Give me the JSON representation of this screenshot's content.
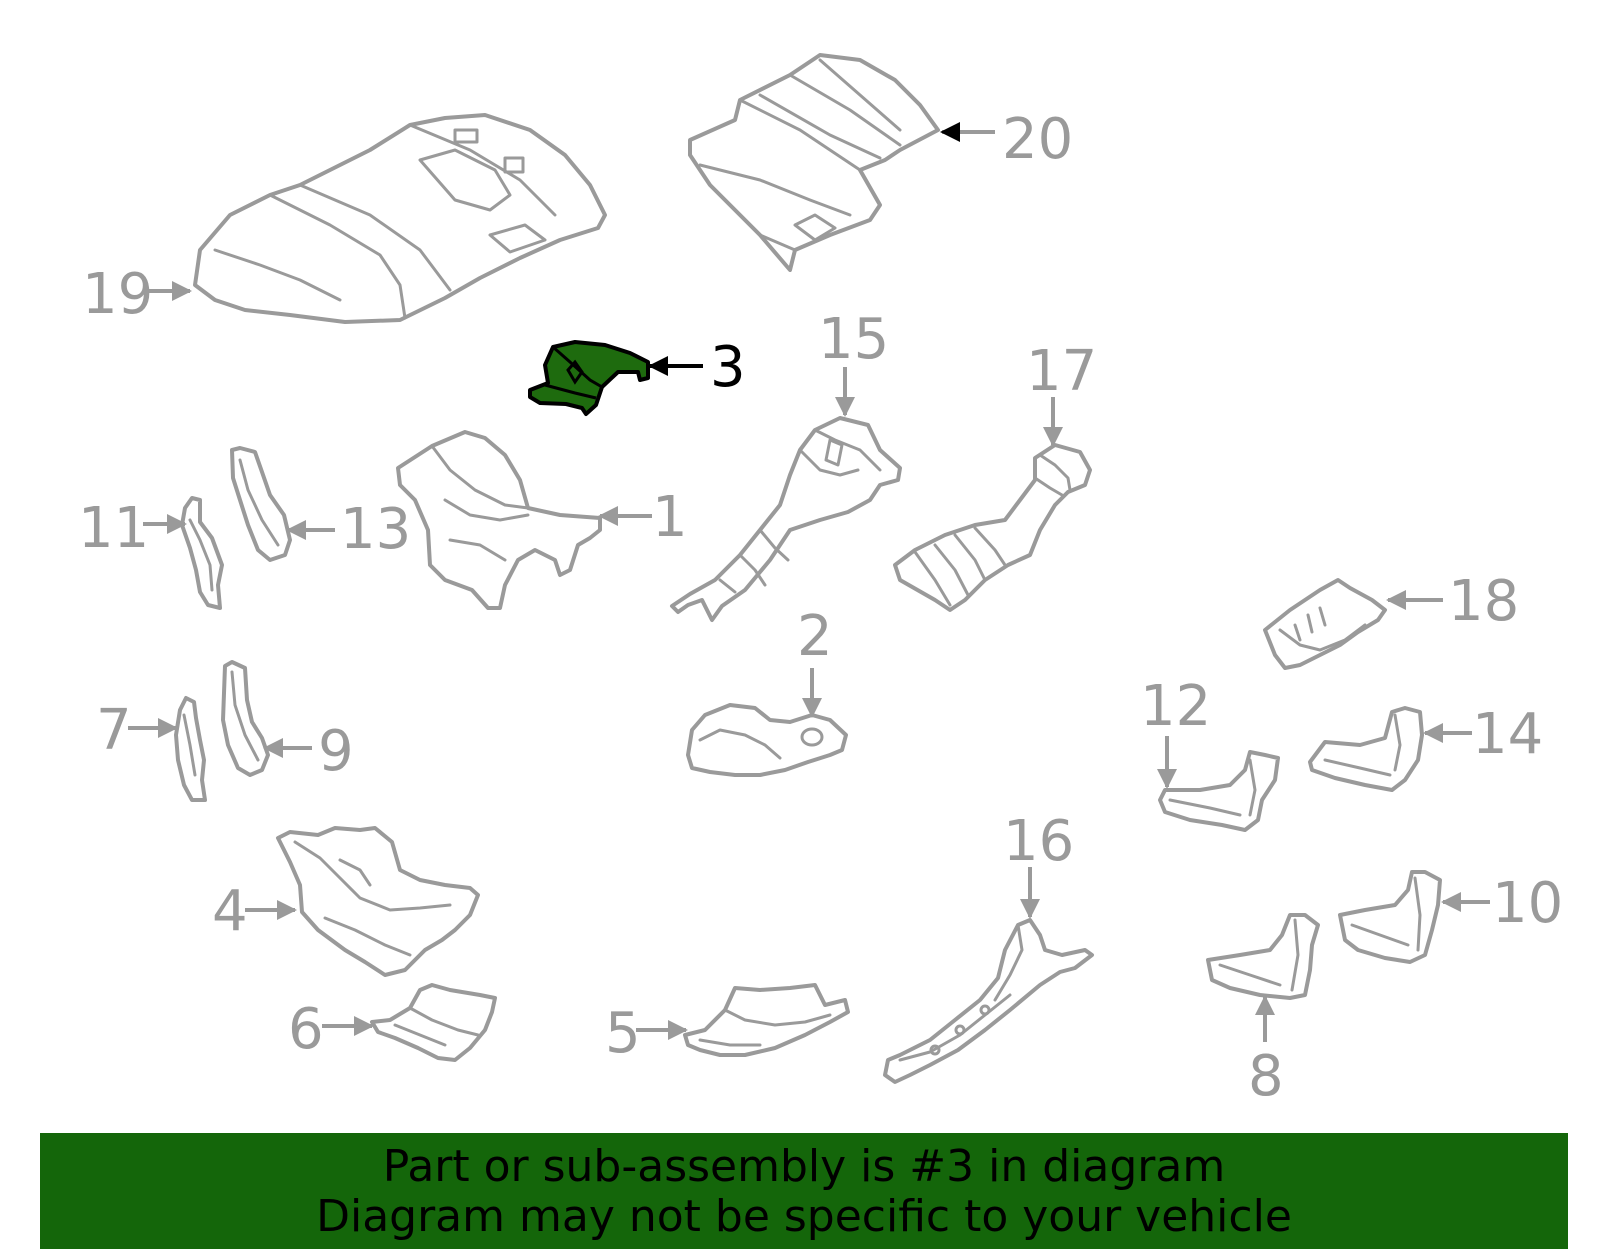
{
  "diagram": {
    "highlighted_part": "3",
    "highlight_color": "#1e6b0e",
    "part_color": "#9a9a9a",
    "callouts": {
      "c1": "1",
      "c2": "2",
      "c3": "3",
      "c4": "4",
      "c5": "5",
      "c6": "6",
      "c7": "7",
      "c8": "8",
      "c9": "9",
      "c10": "10",
      "c11": "11",
      "c12": "12",
      "c13": "13",
      "c14": "14",
      "c15": "15",
      "c16": "16",
      "c17": "17",
      "c18": "18",
      "c19": "19",
      "c20": "20"
    }
  },
  "banner": {
    "line1": "Part or sub-assembly is #3 in diagram",
    "line2": "Diagram may not be specific to your vehicle",
    "background": "#14660a"
  }
}
